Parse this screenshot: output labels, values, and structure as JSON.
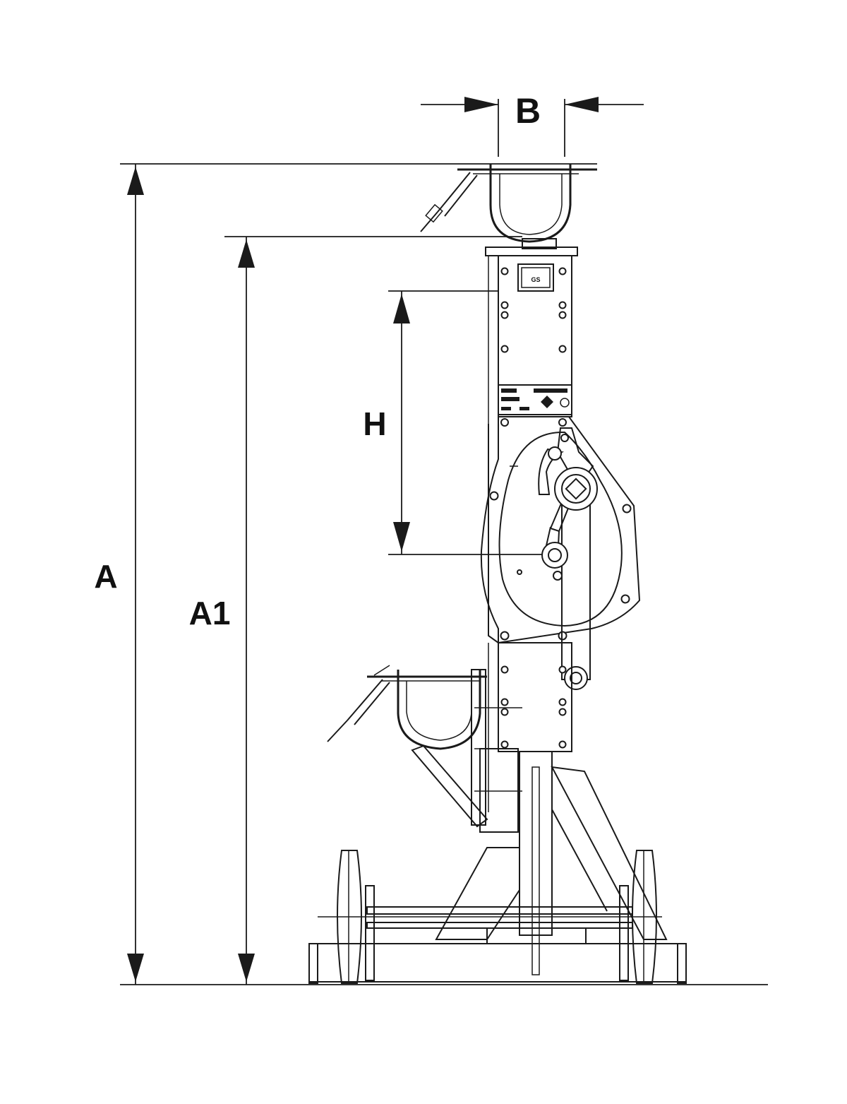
{
  "dimensions": {
    "A": "A",
    "A1": "A1",
    "B": "B",
    "H": "H"
  },
  "colors": {
    "line": "#1a1a1a",
    "background": "#ffffff"
  }
}
